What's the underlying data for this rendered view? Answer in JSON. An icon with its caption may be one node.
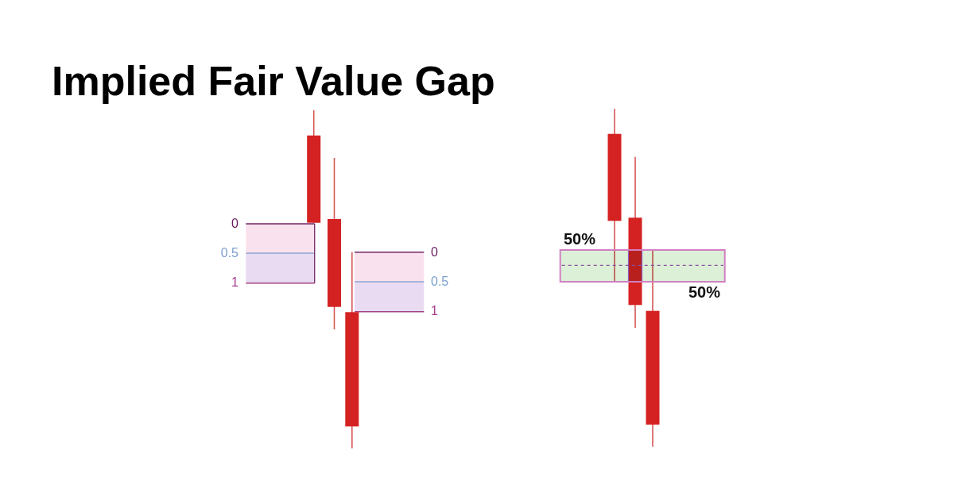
{
  "diagram": {
    "title": "Implied Fair Value Gap",
    "labels": [
      "0",
      "0.5",
      "1",
      "0",
      "0.5",
      "1",
      "50%",
      "50%"
    ]
  }
}
